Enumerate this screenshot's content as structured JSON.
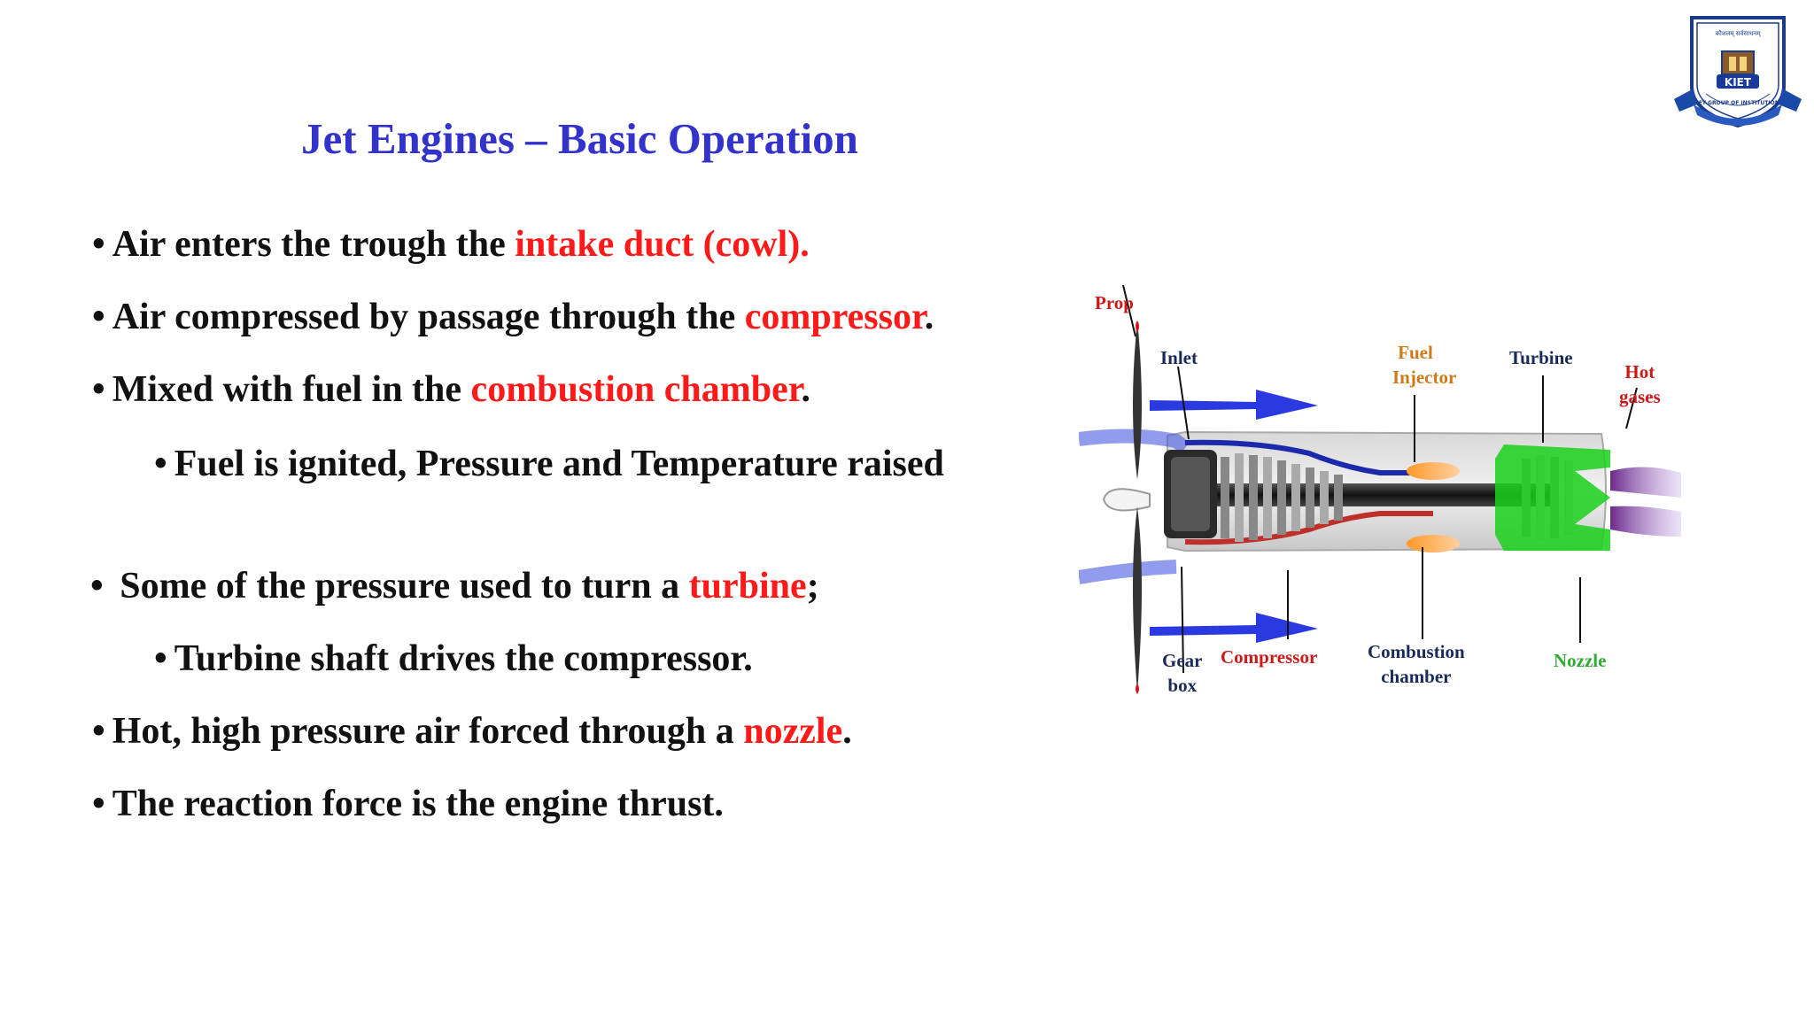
{
  "slide": {
    "title": "Jet Engines – Basic Operation",
    "bullets": [
      {
        "text": "Air enters the trough the ",
        "highlight": "intake duct (cowl).",
        "tail": ""
      },
      {
        "text": "Air compressed by passage through the ",
        "highlight": "compressor",
        "tail": "."
      },
      {
        "text": "Mixed with fuel in the ",
        "highlight": "combustion chamber",
        "tail": "."
      },
      {
        "text": "Fuel is ignited, Pressure and Temperature raised",
        "highlight": "",
        "tail": ""
      },
      {
        "text": "Some of the pressure used to turn a ",
        "highlight": "turbine",
        "tail": ";"
      },
      {
        "text": "Turbine shaft drives the compressor.",
        "highlight": "",
        "tail": ""
      },
      {
        "text": "Hot, high pressure air forced through a ",
        "highlight": "nozzle",
        "tail": "."
      },
      {
        "text": "The reaction force is the engine thrust.",
        "highlight": "",
        "tail": ""
      }
    ]
  },
  "logo": {
    "name": "KIET",
    "ring_text": "KIET GROUP OF INSTITUTIONS",
    "top_text": "कौशलम् सर्वसाधनम्"
  },
  "diagram": {
    "labels": {
      "prop": "Prop",
      "inlet": "Inlet",
      "fuel_injector_1": "Fuel",
      "fuel_injector_2": "Injector",
      "turbine": "Turbine",
      "hot_gases_1": "Hot",
      "hot_gases_2": "gases",
      "gear_box_1": "Gear",
      "gear_box_2": "box",
      "compressor": "Compressor",
      "combustion_1": "Combustion",
      "combustion_2": "chamber",
      "nozzle": "Nozzle"
    }
  },
  "colors": {
    "title": "#3333cc",
    "highlight": "#ff1a1a",
    "text": "#111111",
    "label_red": "#cc1a1a",
    "label_orange": "#cc7a1a",
    "label_green": "#33aa33",
    "label_navy": "#1a2a5a"
  }
}
